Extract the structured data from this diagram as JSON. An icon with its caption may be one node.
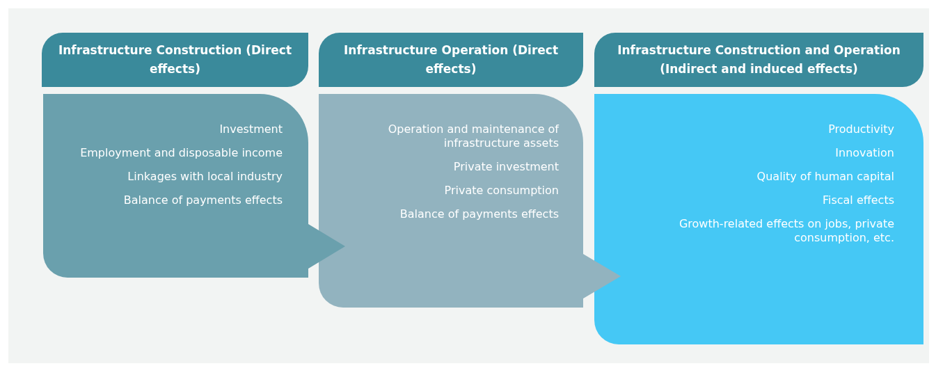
{
  "diagram": {
    "nodes": [
      {
        "text": [
          "Infrastructure Construction (Direct effects)"
        ]
      },
      {
        "text": [
          "Infrastructure Operation (Direct effects)"
        ]
      },
      {
        "text": [
          "Infrastructure Construction and Operation (Indirect and induced effects)"
        ]
      },
      {
        "text": [
          "Investment",
          "Employment and disposable income",
          "Linkages with local industry",
          "Balance of payments effects"
        ]
      },
      {
        "text": [
          "Operation and maintenance of infrastructure assets",
          "Private investment",
          "Private consumption",
          "Balance of payments effects"
        ]
      },
      {
        "text": [
          "Productivity",
          "Innovation",
          "Quality of human capital",
          "Fiscal effects",
          "Growth-related effects on jobs, private consumption, etc."
        ]
      }
    ],
    "edges": [
      {
        "from": 3,
        "to": 4,
        "arrow": "to"
      },
      {
        "from": 4,
        "to": 5,
        "arrow": "to"
      }
    ]
  }
}
